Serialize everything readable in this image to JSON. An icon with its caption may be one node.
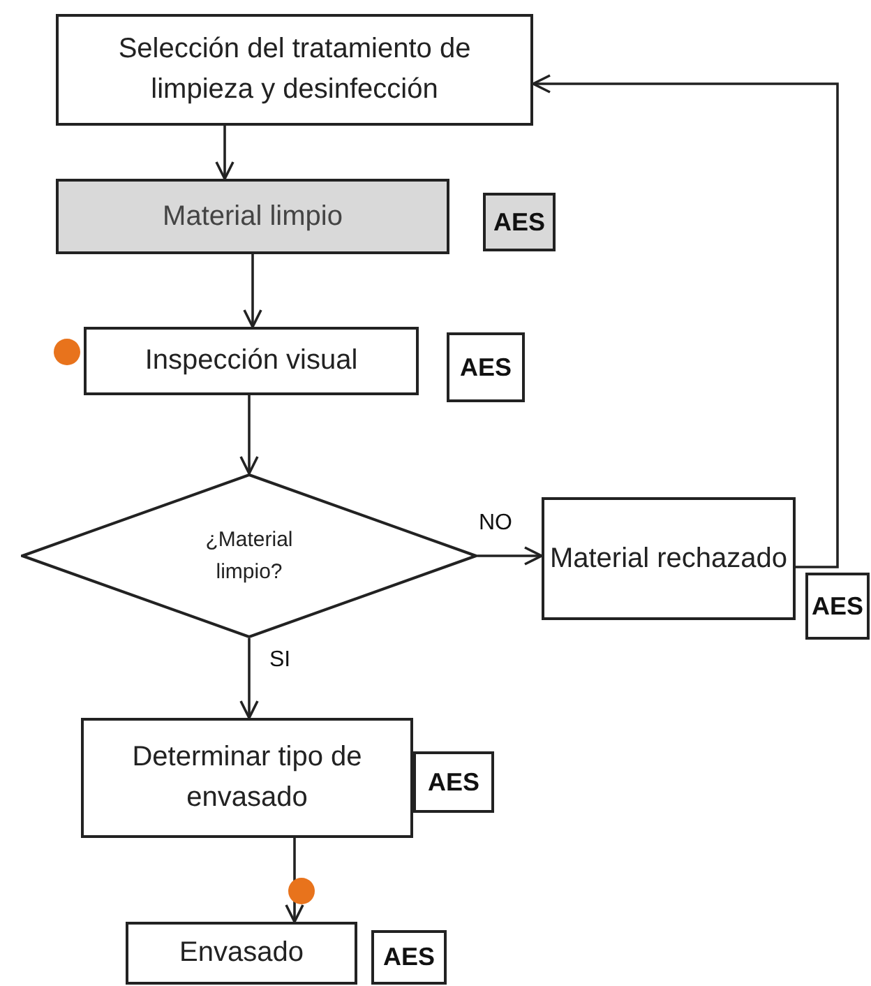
{
  "diagram": {
    "nodes": [
      {
        "text": [
          "Selección del tratamiento de limpieza y desinfección"
        ]
      },
      {
        "text": [
          "Material limpio"
        ]
      },
      {
        "text": [
          "AES"
        ]
      },
      {
        "text": [
          "Inspección visual"
        ]
      },
      {
        "text": [
          "AES"
        ]
      },
      {
        "text": [
          "¿Material limpio?"
        ]
      },
      {
        "text": [
          "Material rechazado"
        ]
      },
      {
        "text": [
          "AES"
        ]
      },
      {
        "text": [
          "Determinar tipo de envasado"
        ]
      },
      {
        "text": [
          "AES"
        ]
      },
      {
        "text": [
          "Envasado"
        ]
      },
      {
        "text": [
          "AES"
        ]
      }
    ],
    "edges": [
      {
        "from": 0,
        "to": 1,
        "arrow": "to"
      },
      {
        "from": 1,
        "to": 3,
        "arrow": "to"
      },
      {
        "from": 3,
        "to": 5,
        "arrow": "to"
      },
      {
        "from": 5,
        "to": 6,
        "arrow": "to",
        "label": "NO"
      },
      {
        "from": 6,
        "to": 0,
        "arrow": "to"
      },
      {
        "from": 5,
        "to": 8,
        "arrow": "to",
        "label": "SI"
      },
      {
        "from": 8,
        "to": 10,
        "arrow": "to"
      }
    ]
  }
}
